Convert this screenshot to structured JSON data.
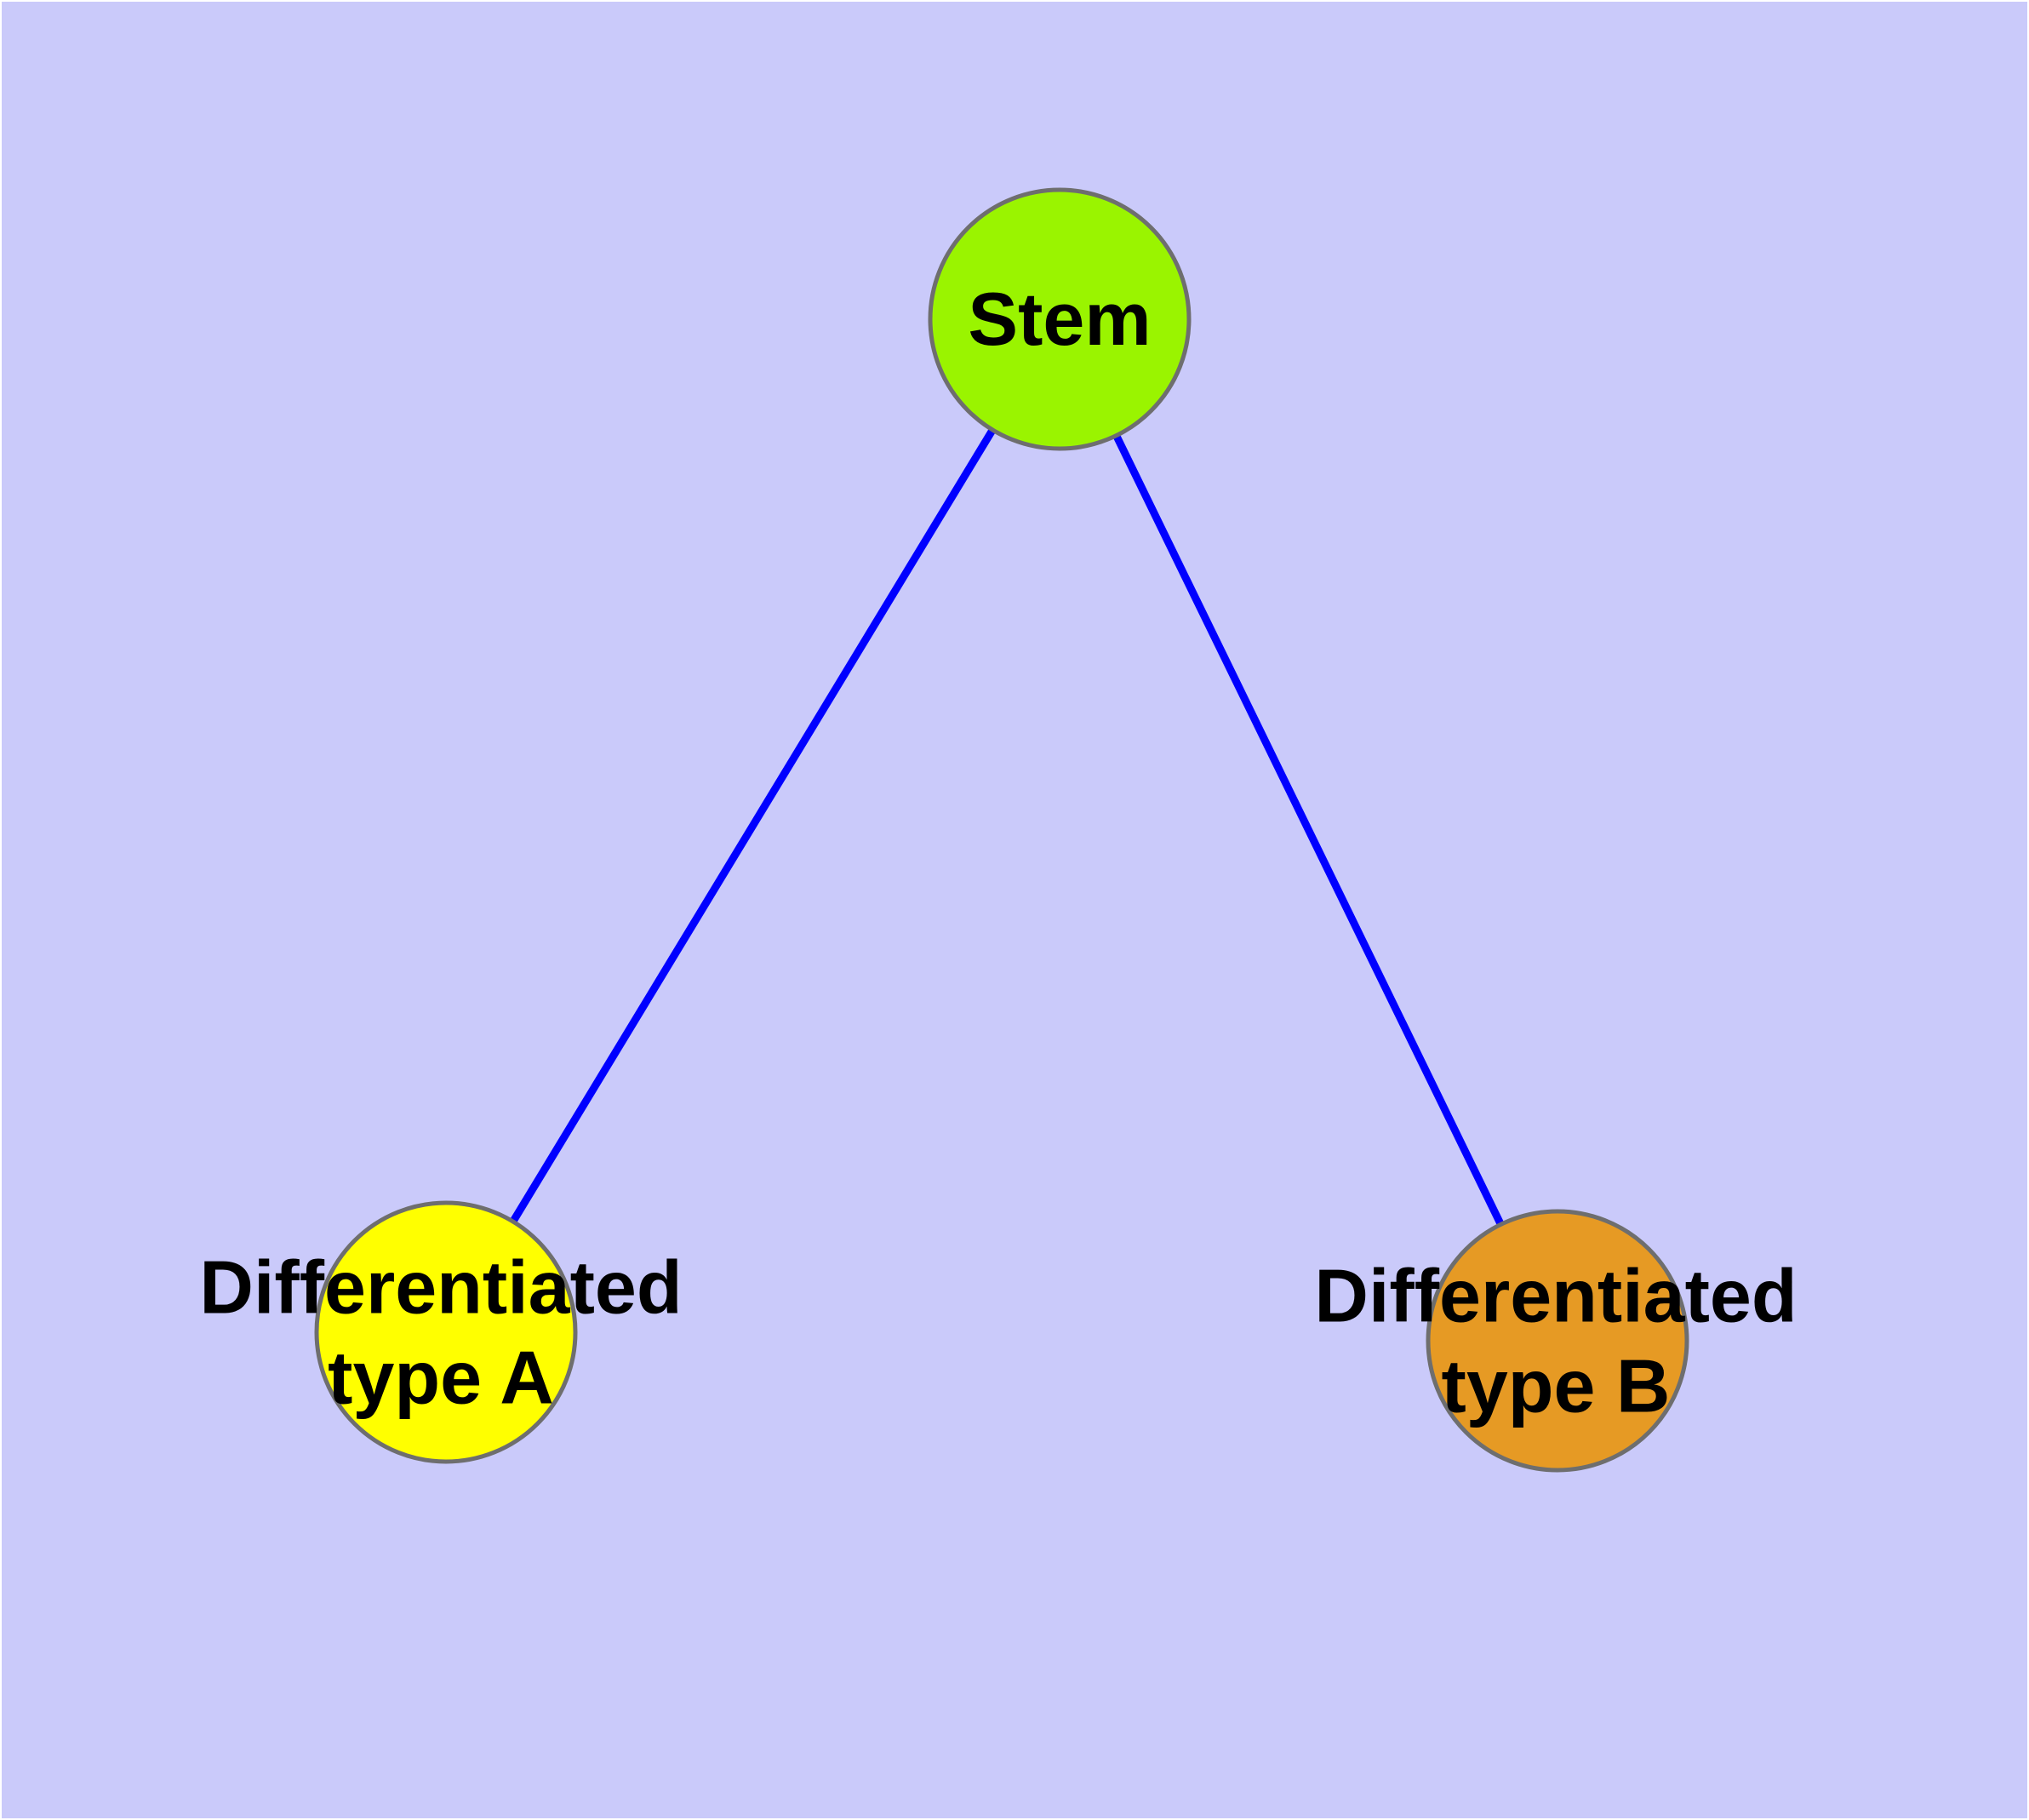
{
  "diagram": {
    "type": "graph",
    "background_color": "#CACAFA",
    "edge_color": "#0000FF",
    "node_border_color": "#6E6E6E",
    "text_color": "#000000",
    "nodes": [
      {
        "id": "stem",
        "label": "Stem",
        "fill": "#9AF400"
      },
      {
        "id": "type-a",
        "label": "Differentiated\ntype A",
        "fill": "#FFFF00"
      },
      {
        "id": "type-b",
        "label": "Differentiated\ntype B",
        "fill": "#E69A24"
      }
    ],
    "edges": [
      {
        "from": "stem",
        "to": "type-a"
      },
      {
        "from": "stem",
        "to": "type-b"
      }
    ]
  }
}
